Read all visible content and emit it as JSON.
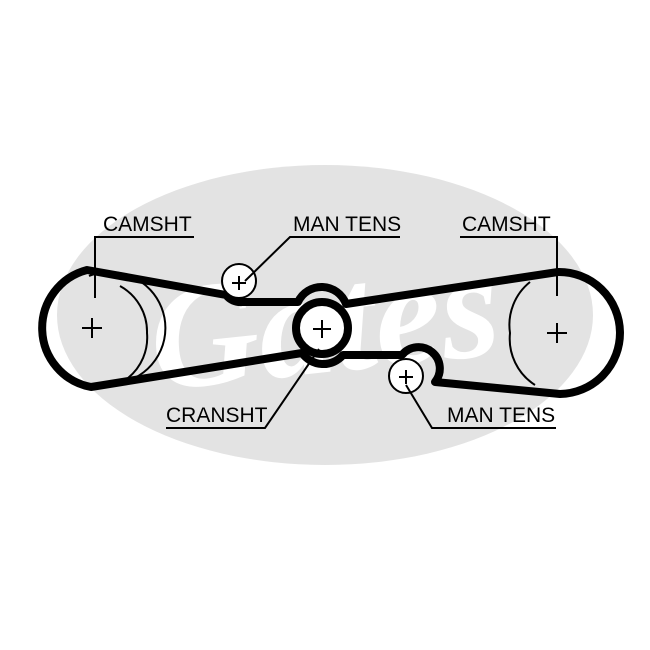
{
  "watermark": {
    "text": "Gates",
    "color": "#e3e3e3"
  },
  "colors": {
    "belt": "#000000",
    "leader": "#000000",
    "background": "#ffffff"
  },
  "components": {
    "camshaft_left": {
      "label": "CAMSHT"
    },
    "tensioner_upper": {
      "label": "MAN TENS"
    },
    "camshaft_right": {
      "label": "CAMSHT"
    },
    "crankshaft": {
      "label": "CRANSHT"
    },
    "tensioner_lower": {
      "label": "MAN TENS"
    }
  }
}
